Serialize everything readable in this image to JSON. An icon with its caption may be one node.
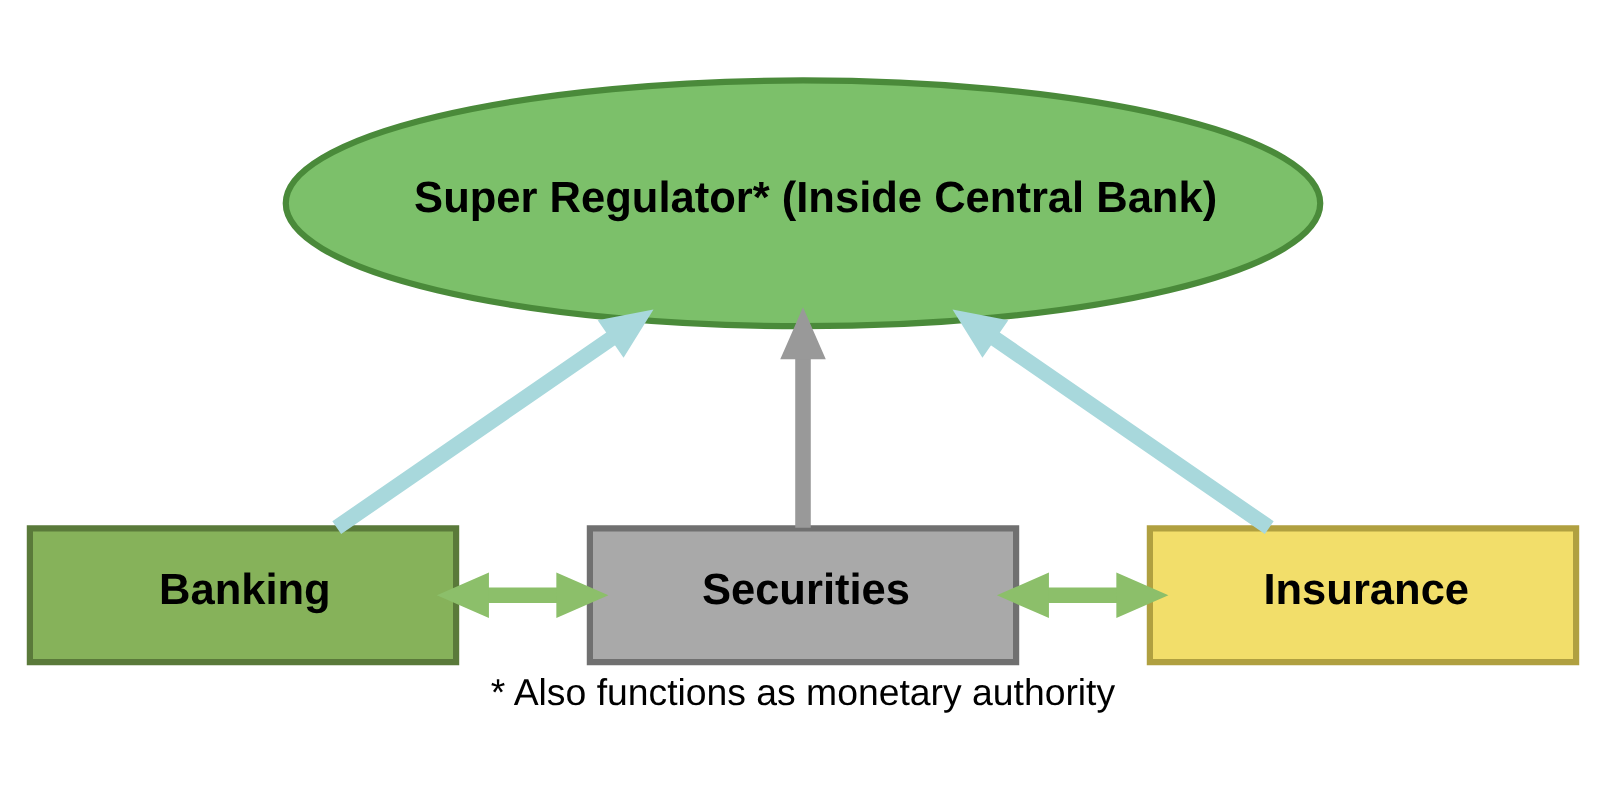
{
  "diagram": {
    "caption": "* Also functions as monetary authority",
    "nodes": [
      {
        "text": [
          "Super Regulator* (Inside Central Bank)"
        ]
      },
      {
        "text": [
          "Banking"
        ]
      },
      {
        "text": [
          "Securities"
        ]
      },
      {
        "text": [
          "Insurance"
        ]
      }
    ],
    "edges": [
      {
        "from": 1,
        "to": 0,
        "arrow": "to"
      },
      {
        "from": 2,
        "to": 0,
        "arrow": "to",
        "color": "#999999"
      },
      {
        "from": 3,
        "to": 0,
        "arrow": "to"
      },
      {
        "from": 1,
        "to": 2,
        "arrow": "both",
        "color": "#8cbf6a"
      },
      {
        "from": 2,
        "to": 3,
        "arrow": "both",
        "color": "#8cbf6a"
      }
    ]
  }
}
